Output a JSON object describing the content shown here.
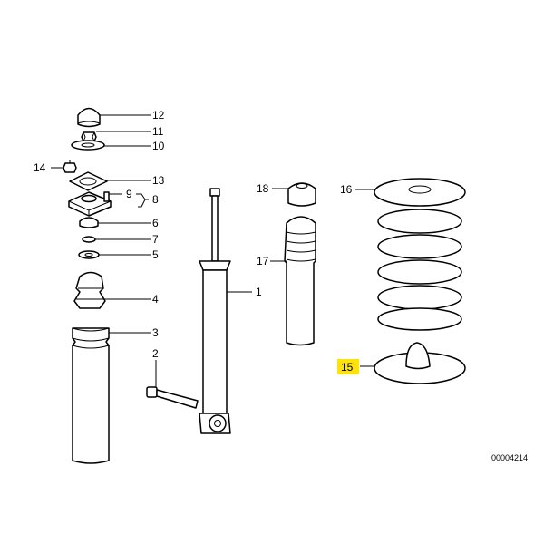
{
  "callouts": {
    "c1": "1",
    "c2": "2",
    "c3": "3",
    "c4": "4",
    "c5": "5",
    "c6": "6",
    "c7": "7",
    "c8": "8",
    "c9": "9",
    "c10": "10",
    "c11": "11",
    "c12": "12",
    "c13": "13",
    "c14": "14",
    "c15": "15",
    "c16": "16",
    "c17": "17",
    "c18": "18"
  },
  "highlighted_callout": "15",
  "highlight_color": "#ffe20a",
  "document_id": "00004214"
}
